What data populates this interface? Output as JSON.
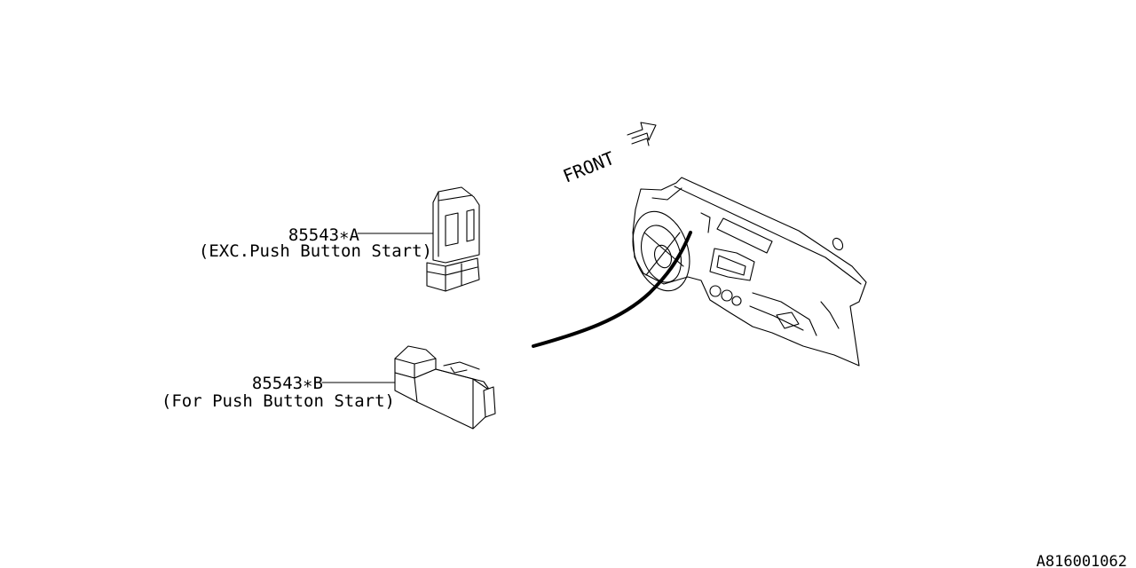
{
  "front_label": "FRONT",
  "callouts": [
    {
      "part_number": "85543∗A",
      "note": "(EXC.Push Button Start)"
    },
    {
      "part_number": "85543∗B",
      "note": "(For Push Button Start)"
    }
  ],
  "diagram_id": "A816001062"
}
